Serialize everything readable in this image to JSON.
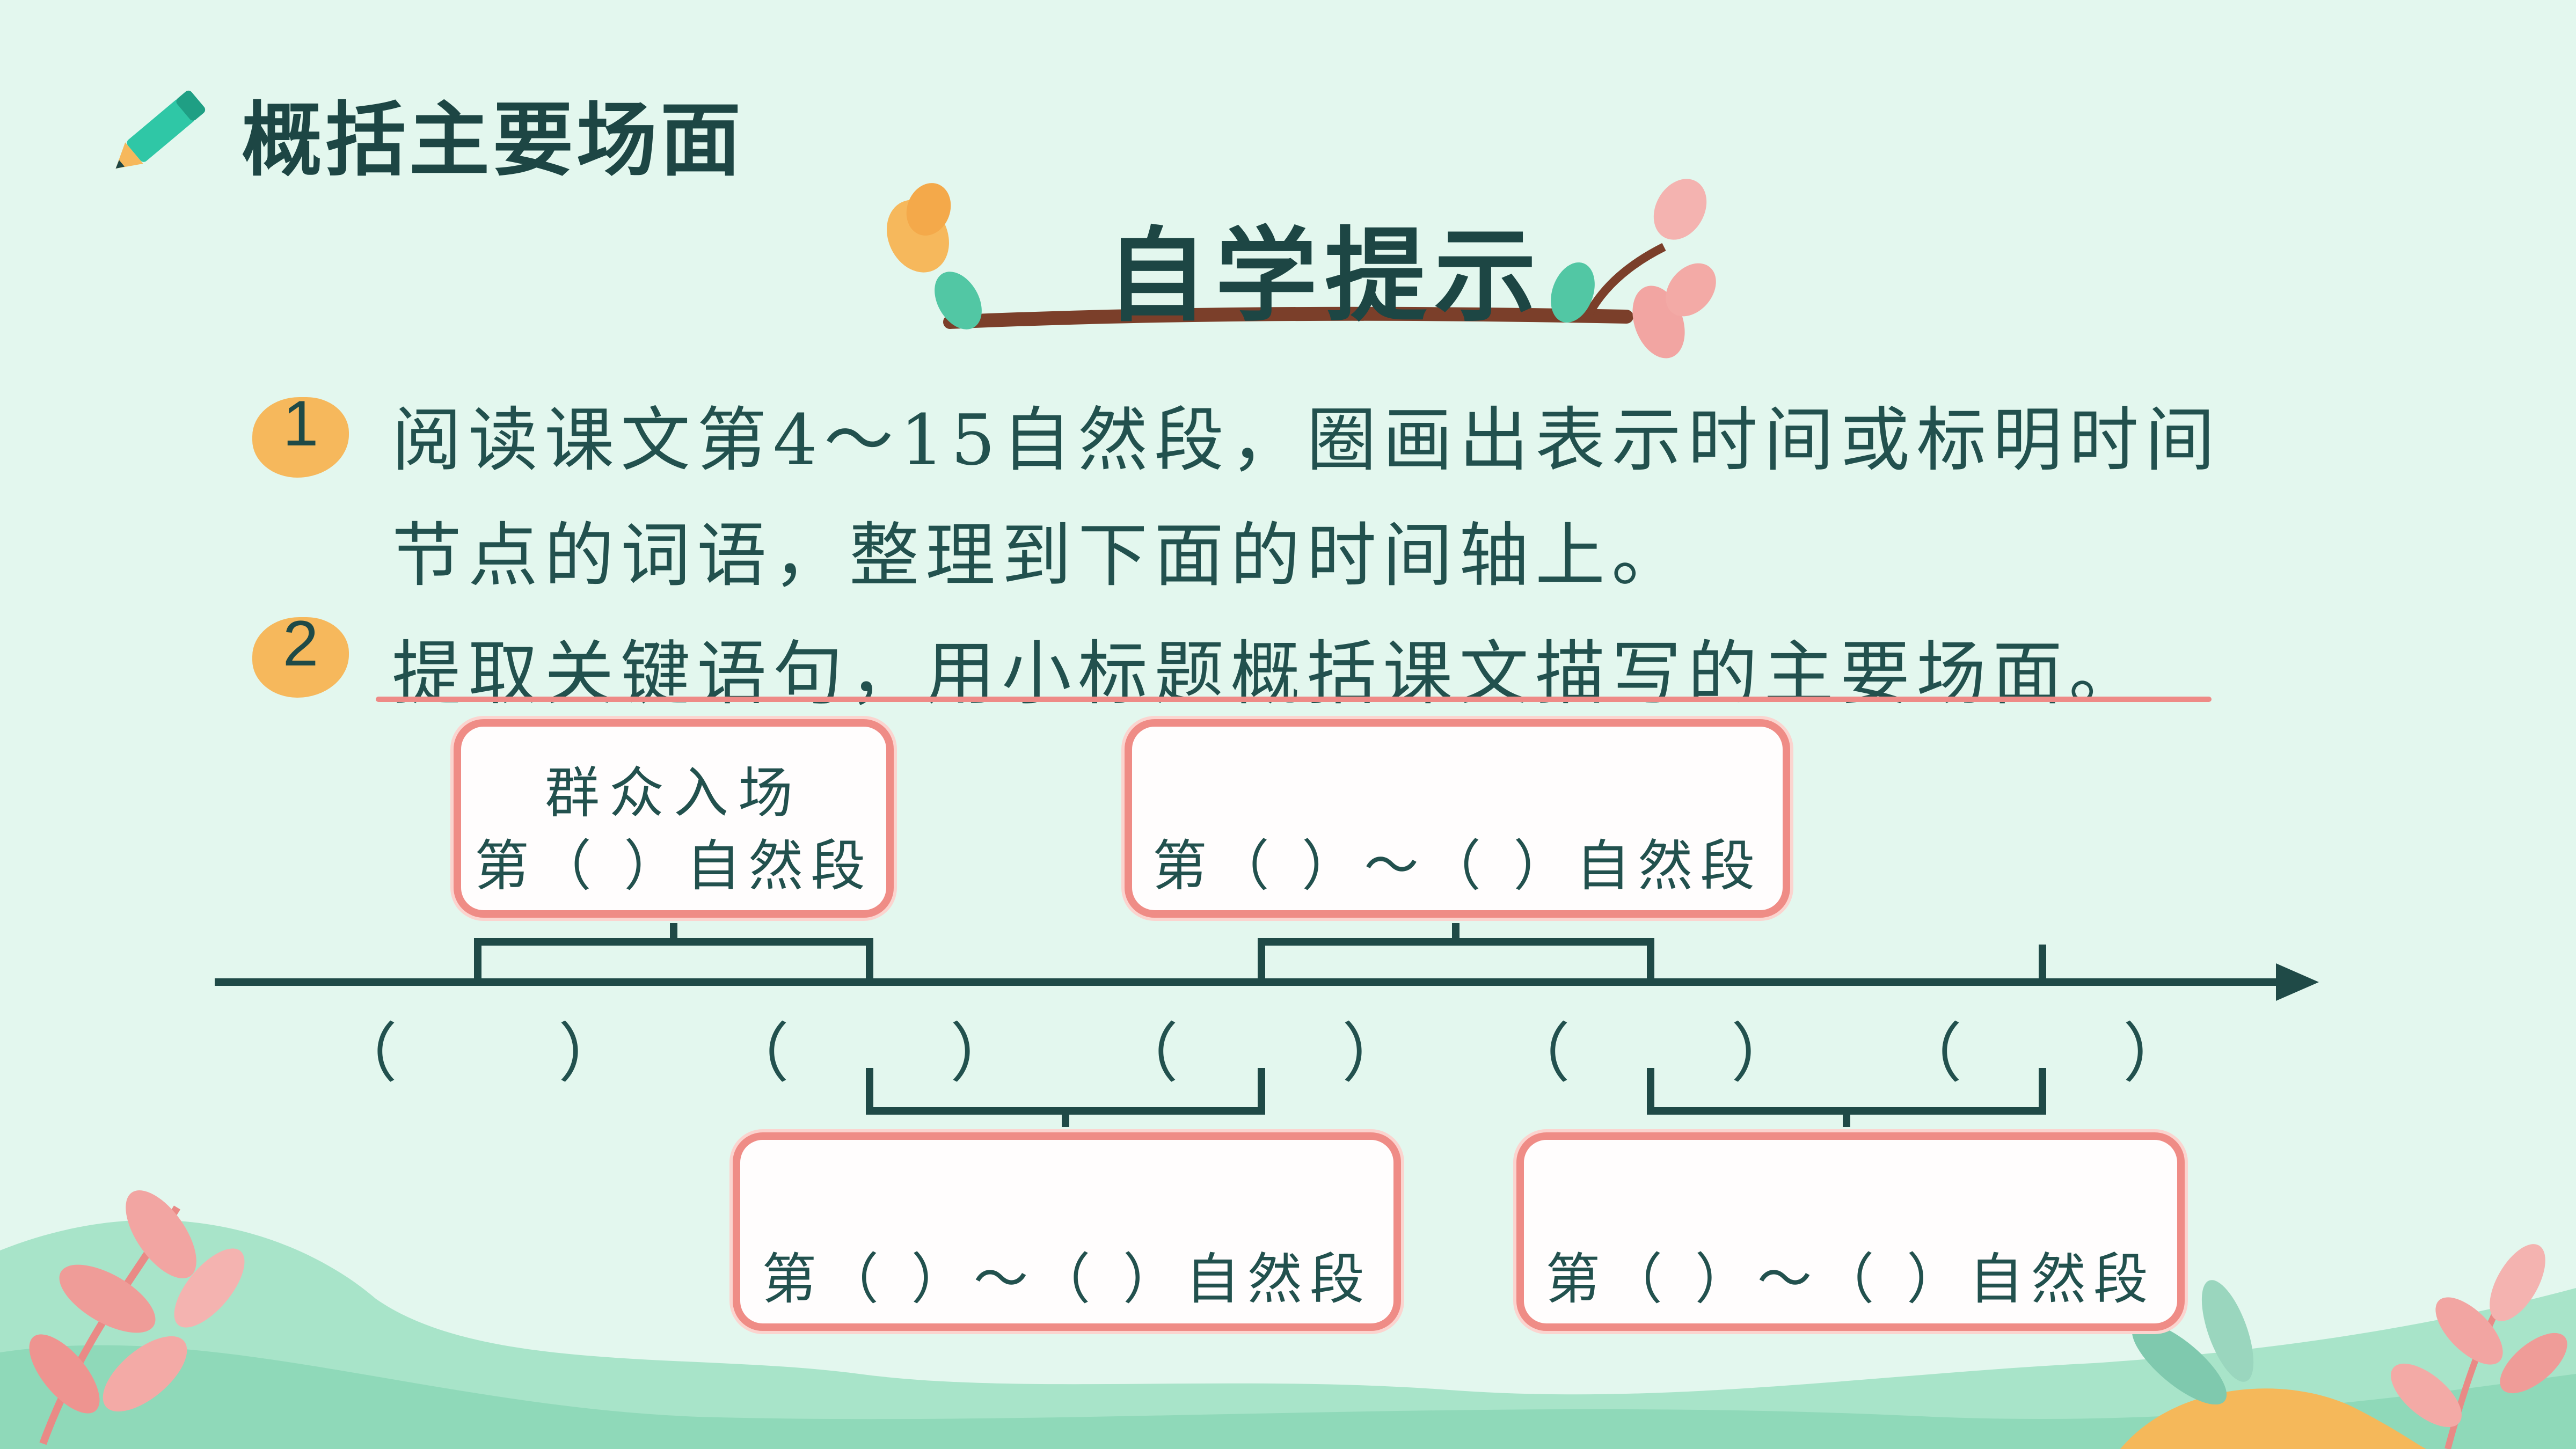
{
  "header": {
    "title": "概括主要场面",
    "icon": "pencil-icon"
  },
  "section": {
    "heading": "自学提示"
  },
  "steps": [
    {
      "number": "1",
      "lines": [
        "阅读课文第4～15自然段，圈画出表示时间或标明时间",
        "节点的词语，整理到下面的时间轴上。"
      ]
    },
    {
      "number": "2",
      "lines": [
        "提取关键语句，用小标题概括课文描写的主要场面。"
      ]
    }
  ],
  "timeline": {
    "slots": [
      "（",
      "）",
      "（",
      "）",
      "（",
      "）",
      "（",
      "）",
      "（",
      "）"
    ],
    "boxes": [
      {
        "title": "群众入场",
        "text": "第（ ）自然段"
      },
      {
        "title": "",
        "text": "第（ ）～（ ）自然段"
      },
      {
        "title": "",
        "text": "第（ ）～（ ）自然段"
      },
      {
        "title": "",
        "text": "第（ ）～（ ）自然段"
      }
    ]
  },
  "colors": {
    "background": "#e3f7ee",
    "text": "#1d4644",
    "accent_coral": "#ef8c86",
    "badge_orange": "#f6b85c",
    "teal_line": "#1f4a47"
  }
}
